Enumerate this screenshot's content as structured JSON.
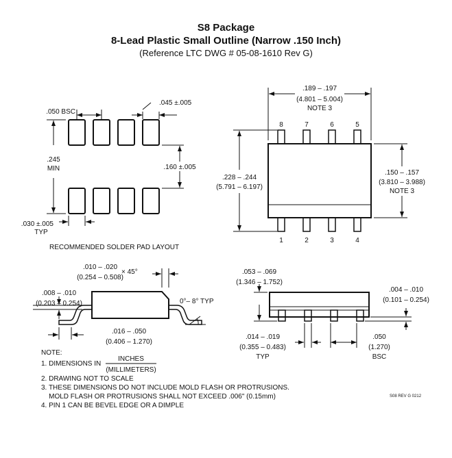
{
  "header": {
    "title": "S8 Package",
    "subtitle": "8-Lead Plastic Small Outline (Narrow .150 Inch)",
    "reference": "(Reference LTC DWG # 05-08-1610 Rev G)"
  },
  "solder_pad": {
    "pitch": ".050 BSC",
    "pad_width": ".045 ±.005",
    "span_in": ".245",
    "span_label": "MIN",
    "pad_length": ".160 ±.005",
    "pad_w_small": ".030 ±.005",
    "pad_w_small_label": "TYP",
    "caption": "RECOMMENDED SOLDER PAD LAYOUT"
  },
  "top_view": {
    "length_in": ".189 – .197",
    "length_mm": "(4.801 – 5.004)",
    "length_note": "NOTE 3",
    "height_in": ".228 – .244",
    "height_mm": "(5.791 – 6.197)",
    "width_in": ".150 – .157",
    "width_mm": "(3.810 – 3.988)",
    "width_note": "NOTE 3",
    "pins_top": [
      "8",
      "7",
      "6",
      "5"
    ],
    "pins_bottom": [
      "1",
      "2",
      "3",
      "4"
    ]
  },
  "side_view": {
    "chamfer_in": ".010 – .020",
    "chamfer_mm": "(0.254 – 0.508)",
    "chamfer_angle": "× 45°",
    "lead_thk_in": ".008 – .010",
    "lead_thk_mm": "(0.203 – 0.254)",
    "angle": "0°– 8° TYP",
    "foot_in": ".016 – .050",
    "foot_mm": "(0.406 – 1.270)"
  },
  "end_view": {
    "height_in": ".053 – .069",
    "height_mm": "(1.346 – 1.752)",
    "standoff_in": ".004 – .010",
    "standoff_mm": "(0.101 – 0.254)",
    "lead_w_in": ".014 – .019",
    "lead_w_mm": "(0.355 – 0.483)",
    "lead_w_label": "TYP",
    "pitch_in": ".050",
    "pitch_mm": "(1.270)",
    "pitch_label": "BSC"
  },
  "notes": {
    "heading": "NOTE:",
    "n1_prefix": "1. DIMENSIONS IN",
    "n1_num": "INCHES",
    "n1_den": "(MILLIMETERS)",
    "n2": "2. DRAWING NOT TO SCALE",
    "n3a": "3. THESE DIMENSIONS DO NOT INCLUDE MOLD FLASH OR PROTRUSIONS.",
    "n3b": "    MOLD FLASH OR PROTRUSIONS SHALL NOT EXCEED .006\" (0.15mm)",
    "n4": "4. PIN 1 CAN BE BEVEL EDGE OR A DIMPLE"
  },
  "revision": "S08 REV G 0212"
}
